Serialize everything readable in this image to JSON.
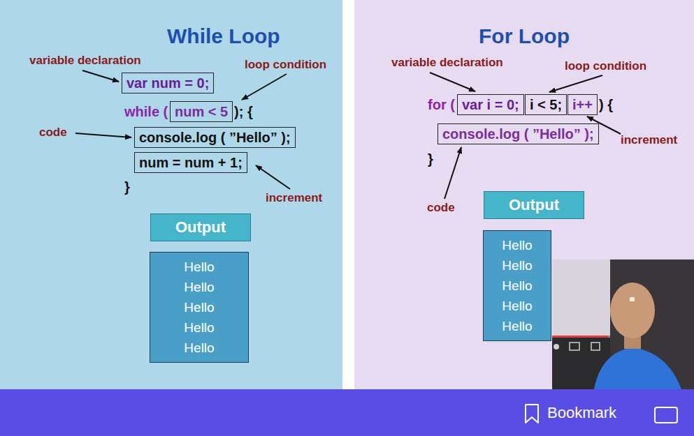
{
  "diagram": {
    "nodes": [
      {
        "text": [
          "var num = 0;"
        ]
      },
      {
        "text": [
          "num < 5"
        ]
      },
      {
        "text": [
          "console.log ( ”Hello” );"
        ]
      },
      {
        "text": [
          "num = num + 1;"
        ]
      },
      {
        "text": [
          "Output"
        ]
      },
      {
        "text": [
          "Hello",
          "Hello",
          "Hello",
          "Hello",
          "Hello"
        ]
      },
      {
        "text": [
          "var i = 0;"
        ]
      },
      {
        "text": [
          "i < 5;"
        ]
      },
      {
        "text": [
          "i++"
        ]
      },
      {
        "text": [
          "console.log ( ”Hello” );"
        ]
      },
      {
        "text": [
          "Output"
        ]
      },
      {
        "text": [
          "Hello",
          "Hello",
          "Hello",
          "Hello",
          "Hello"
        ]
      }
    ],
    "labels": [
      "While Loop",
      "variable declaration",
      "loop condition",
      "while (",
      "); {",
      "code",
      "}",
      "increment",
      "For Loop",
      "variable declaration",
      "loop condition",
      "for (",
      ") {",
      "increment",
      "}",
      "code",
      "Bookmark"
    ]
  }
}
